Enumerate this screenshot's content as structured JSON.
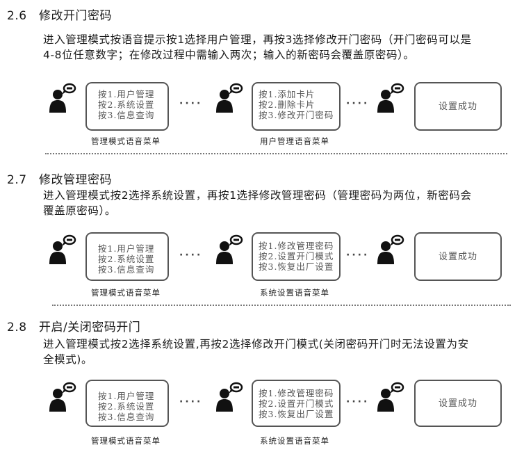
{
  "sections": [
    {
      "number": "2.6",
      "title": "修改开门密码",
      "text_line1": "进入管理模式按语音提示按1选择用户管理，再按3选择修改开门密码（开门密码可以是",
      "text_line2": "4-8位任意数字；在修改过程中需输入两次；输入的新密码会覆盖原密码）。",
      "menu1": {
        "lines": [
          "按1.用户管理",
          "按2.系统设置",
          "按3.信息查询"
        ],
        "caption": "管理模式语音菜单"
      },
      "menu2": {
        "lines": [
          "按1.添加卡片",
          "按2.删除卡片",
          "按3.修改开门密码"
        ],
        "caption": "用户管理语音菜单"
      },
      "result": "设置成功",
      "connector": "····"
    },
    {
      "number": "2.7",
      "title": "修改管理密码",
      "text_line1": "进入管理模式按2选择系统设置，再按1选择修改管理密码（管理密码为两位，新密码会",
      "text_line2": "覆盖原密码）。",
      "menu1": {
        "lines": [
          "按1.用户管理",
          "按2.系统设置",
          "按3.信息查询"
        ],
        "caption": "管理模式语音菜单"
      },
      "menu2": {
        "lines": [
          "按1.修改管理密码",
          "按2.设置开门模式",
          "按3.恢复出厂设置"
        ],
        "caption": "系统设置语音菜单"
      },
      "result": "设置成功",
      "connector": "····"
    },
    {
      "number": "2.8",
      "title": "开启/关闭密码开门",
      "text_line1": "进入管理模式按2选择系统设置,再按2选择修改开门模式(关闭密码开门时无法设置为安",
      "text_line2": "全模式)。",
      "menu1": {
        "lines": [
          "按1.用户管理",
          "按2.系统设置",
          "按3.信息查询"
        ],
        "caption": "管理模式语音菜单"
      },
      "menu2": {
        "lines": [
          "按1.修改管理密码",
          "按2.设置开门模式",
          "按3.恢复出厂设置"
        ],
        "caption": "系统设置语音菜单"
      },
      "result": "设置成功",
      "connector": "····"
    }
  ],
  "icons": {
    "person": "person-speaking-icon"
  },
  "colors": {
    "text": "#1a1a1a",
    "box_border": "#555555",
    "box_text": "#555555",
    "separator": "#777777"
  }
}
